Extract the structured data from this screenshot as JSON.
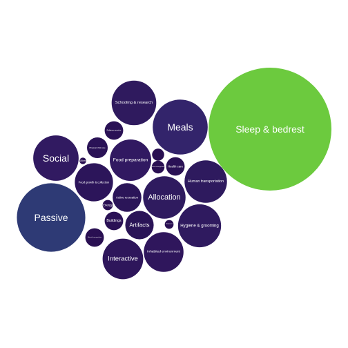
{
  "chart_data": {
    "type": "bubble",
    "title": "",
    "colors": {
      "scale_low": "#3b0f5e",
      "scale_mid": "#2e3f7c",
      "scale_high": "#6cca3e",
      "label": "#ffffff",
      "background": "#ffffff"
    },
    "bubbles": [
      {
        "name": "Sleep & bedrest",
        "value": 8.8,
        "color": "#6cca3e"
      },
      {
        "name": "Passive",
        "value": 2.73,
        "color": "#2e3a75"
      },
      {
        "name": "Meals",
        "value": 1.76,
        "color": "#33246b"
      },
      {
        "name": "Allocation",
        "value": 1.05,
        "color": "#2f1b5f"
      },
      {
        "name": "Schooling & research",
        "value": 1.16,
        "color": "#2f1a5e"
      },
      {
        "name": "Social",
        "value": 1.2,
        "color": "#311a61"
      },
      {
        "name": "Human transportation",
        "value": 1.05,
        "color": "#2e1a5e"
      },
      {
        "name": "Hygiene & grooming",
        "value": 1.08,
        "color": "#2f1a5f"
      },
      {
        "name": "Food preparation",
        "value": 1.0,
        "color": "#311961"
      },
      {
        "name": "Inhabited environment",
        "value": 0.92,
        "color": "#2f165c"
      },
      {
        "name": "Interactive",
        "value": 0.96,
        "color": "#2e165b"
      },
      {
        "name": "Food growth & collection",
        "value": 0.85,
        "color": "#2c155a"
      },
      {
        "name": "Active recreation",
        "value": 0.48,
        "color": "#2b1558"
      },
      {
        "name": "Artifacts",
        "value": 0.47,
        "color": "#2a1457"
      },
      {
        "name": "Physical child care",
        "value": 0.25,
        "color": "#2a1256"
      },
      {
        "name": "Religious practice",
        "value": 0.2,
        "color": "#2a1155"
      },
      {
        "name": "Material transportation",
        "value": 0.2,
        "color": "#290f52"
      },
      {
        "name": "Health care",
        "value": 0.2,
        "color": "#2a1155"
      },
      {
        "name": "Buildings",
        "value": 0.2,
        "color": "#2a1155"
      },
      {
        "name": "Technosphere maintenance",
        "value": 0.085,
        "color": "#290f52"
      },
      {
        "name": "Waste management",
        "value": 0.095,
        "color": "#290f52"
      },
      {
        "name": "Energy",
        "value": 0.06,
        "color": "#290f52"
      },
      {
        "name": "Infrastructure",
        "value": 0.045,
        "color": "#290f52"
      },
      {
        "name": "Other",
        "value": 0.025,
        "color": "#290f52"
      }
    ]
  }
}
